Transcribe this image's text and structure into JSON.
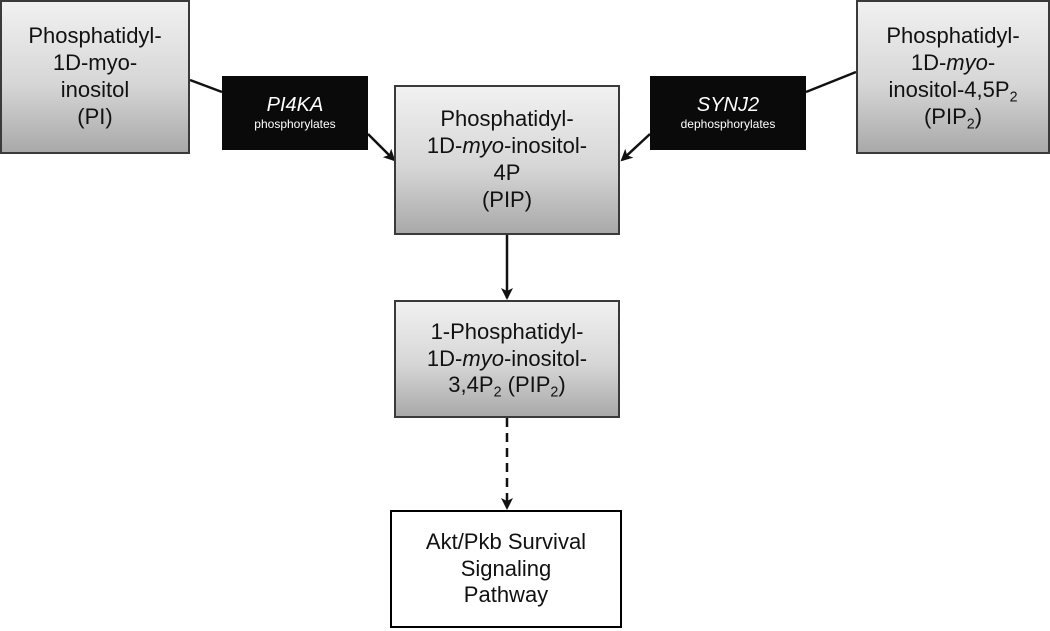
{
  "nodes": {
    "pi": {
      "lines": [
        "Phosphatidyl-",
        "1D-myo-",
        "inositol",
        "(PI)"
      ]
    },
    "pip2_source": {
      "line1": "Phosphatidyl-",
      "line2_pre": "1D-",
      "line2_italic": "myo",
      "line2_post": "-",
      "line3_pre": "inositol-4,5P",
      "line3_sub": "2",
      "line4_pre": "(PIP",
      "line4_sub": "2",
      "line4_post": ")"
    },
    "pip": {
      "line1": "Phosphatidyl-",
      "line2_pre": "1D-",
      "line2_italic": "myo",
      "line2_post": "-inositol-",
      "line3": "4P",
      "line4": "(PIP)"
    },
    "pip2_34": {
      "line1": "1-Phosphatidyl-",
      "line2_pre": "1D-",
      "line2_italic": "myo",
      "line2_post": "-inositol-",
      "line3_pre": "3,4P",
      "line3_sub": "2",
      "line3_mid": " (PIP",
      "line3_sub2": "2",
      "line3_post": ")"
    },
    "akt": {
      "lines": [
        "Akt/Pkb Survival",
        "Signaling",
        "Pathway"
      ]
    }
  },
  "enzymes": {
    "pi4ka": {
      "name": "PI4KA",
      "action": "phosphorylates"
    },
    "synj2": {
      "name": "SYNJ2",
      "action": "dephosphorylates"
    }
  },
  "edges": [
    {
      "from": "pi",
      "to": "pip",
      "via": "pi4ka",
      "style": "solid"
    },
    {
      "from": "pip2_source",
      "to": "pip",
      "via": "synj2",
      "style": "solid"
    },
    {
      "from": "pip",
      "to": "pip2_34",
      "style": "solid"
    },
    {
      "from": "pip2_34",
      "to": "akt",
      "style": "dashed"
    }
  ],
  "colors": {
    "node_border": "#3a3a3a",
    "enzyme_fill": "#0a0a0a",
    "enzyme_text": "#ffffff",
    "arrow": "#111111"
  }
}
